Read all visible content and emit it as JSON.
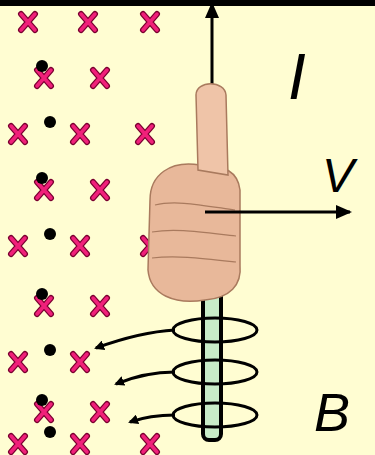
{
  "diagram": {
    "labels": [
      "I",
      "V",
      "B"
    ]
  }
}
